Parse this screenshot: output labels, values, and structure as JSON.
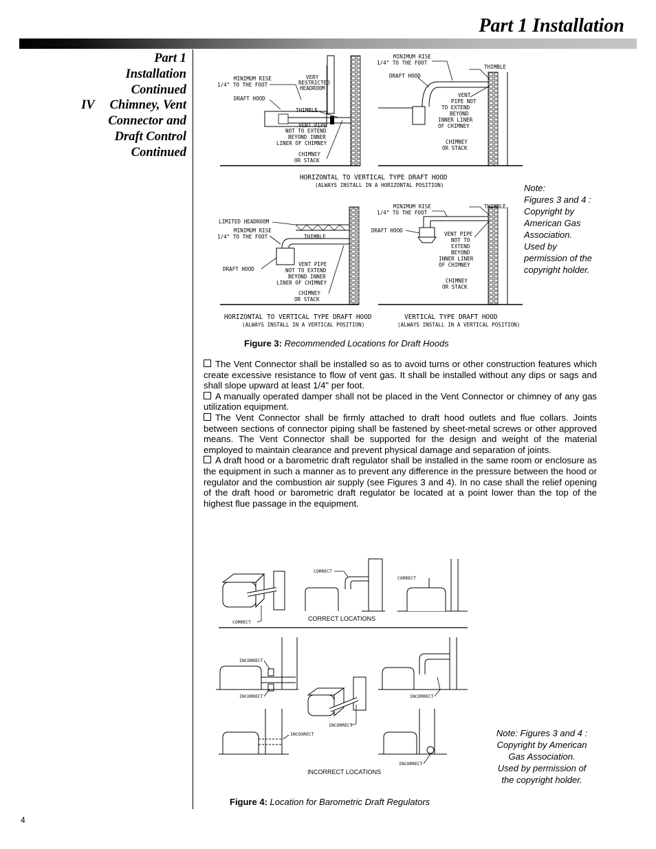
{
  "header": {
    "title": "Part 1 Installation"
  },
  "sidebar": {
    "section_lines": [
      "Part 1",
      "Installation",
      "Continued"
    ],
    "subsection_number": "IV",
    "subsection_lines": [
      "Chimney, Vent",
      "Connector and",
      "Draft Control",
      "Continued"
    ]
  },
  "figure3": {
    "label": "Figure 3:",
    "caption": "Recommended Locations for Draft Hoods",
    "labels": {
      "min_rise_1": "MINIMUM RISE",
      "min_rise_2": "1/4\" TO THE FOOT",
      "very_restricted_1": "VERY",
      "very_restricted_2": "RESTRICTED",
      "very_restricted_3": "HEADROOM",
      "draft_hood": "DRAFT HOOD",
      "thimble": "THIMBLE",
      "vent_pipe_1": "VENT PIPE",
      "vent_pipe_2": "NOT TO EXTEND",
      "vent_pipe_3": "BEYOND INNER",
      "vent_pipe_4": "LINER OF CHIMNEY",
      "chimney_1": "CHIMNEY",
      "chimney_2": "OR STACK",
      "vent_b1": "VENT",
      "vent_b2": "PIPE NOT",
      "vent_b3": "TO EXTEND",
      "vent_b4": "BEYOND",
      "vent_b5": "INNER LINER",
      "vent_b6": "OF CHIMNEY",
      "vent_d1": "VENT PIPE",
      "vent_d2": "NOT TO",
      "vent_d3": "EXTEND",
      "limited_headroom": "LIMITED HEADROOM",
      "top_title": "HORIZONTAL TO VERTICAL TYPE DRAFT HOOD",
      "top_sub": "(ALWAYS INSTALL IN A HORIZONTAL POSITION)",
      "bl_title": "HORIZONTAL TO VERTICAL TYPE DRAFT HOOD",
      "bl_sub": "(ALWAYS INSTALL IN A VERTICAL POSITION)",
      "br_title": "VERTICAL TYPE DRAFT HOOD",
      "br_sub": "(ALWAYS INSTALL IN A VERTICAL POSITION)"
    },
    "note_lines": [
      "Note:",
      "Figures 3 and 4 :",
      "Copyright by",
      "American Gas",
      "Association.",
      "Used by",
      "permission of the",
      "copyright holder."
    ]
  },
  "paragraphs": [
    "The Vent Connector shall be installed so as to avoid turns or other construction features which create excessive resistance to flow of vent gas. It shall be installed without any dips or sags and shall slope upward at least 1/4\" per foot.",
    "A manually operated damper shall not be placed in the Vent Connector or chimney of any gas utilization equipment.",
    "The Vent Connector shall be firmly attached to draft hood outlets and flue collars. Joints between sections of connector piping shall be fastened by sheet-metal screws or other approved means. The Vent Connector shall be supported for the design and weight of the material employed to maintain clearance and prevent physical damage and separation of joints.",
    "A draft hood or a barometric draft regulator shall be installed in the same room or enclosure as the equipment in such a manner as to prevent any difference in the pressure between the hood or regulator and the combustion air supply (see Figures 3 and 4). In no case shall the relief opening of the draft hood or barometric draft regulator be located at a point lower than the top of the highest flue passage in the equipment."
  ],
  "figure4": {
    "label": "Figure 4:",
    "caption": "Location for Barometric Draft Regulators",
    "correct": "CORRECT",
    "incorrect": "INCORRECT",
    "incoorect": "INCOORECT",
    "correct_locations": "CORRECT LOCATIONS",
    "incorrect_locations": "INCORRECT LOCATIONS",
    "note_lines": [
      "Note: Figures 3 and 4 :",
      "Copyright by American",
      "Gas Association.",
      "Used by permission of",
      "the copyright holder."
    ]
  },
  "footer": {
    "page_number": "4"
  }
}
